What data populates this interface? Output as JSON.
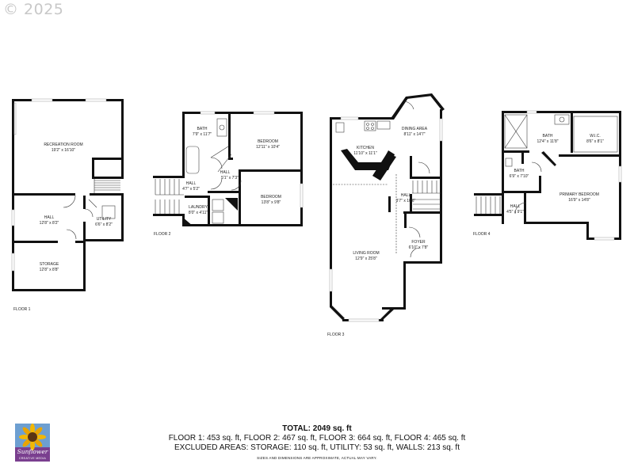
{
  "copyright": "© 2025",
  "floors": [
    {
      "label": "FLOOR 1",
      "rooms": [
        {
          "name": "RECREATION ROOM",
          "dims": "19'2\" x 16'10\""
        },
        {
          "name": "HALL",
          "dims": "12'8\" x 8'2\""
        },
        {
          "name": "UTILITY",
          "dims": "6'6\" x 8'2\""
        },
        {
          "name": "STORAGE",
          "dims": "12'8\" x 8'8\""
        }
      ]
    },
    {
      "label": "FLOOR 2",
      "rooms": [
        {
          "name": "BATH",
          "dims": "7'9\" x 11'7\""
        },
        {
          "name": "BEDROOM",
          "dims": "12'11\" x 10'4\""
        },
        {
          "name": "HALL",
          "dims": "5'1\" x 7'3\""
        },
        {
          "name": "HALL",
          "dims": "4'7\" x 5'2\""
        },
        {
          "name": "LAUNDRY",
          "dims": "8'0\" x 4'11\""
        },
        {
          "name": "BEDROOM",
          "dims": "13'8\" x 9'8\""
        }
      ]
    },
    {
      "label": "FLOOR 3",
      "rooms": [
        {
          "name": "DINING AREA",
          "dims": "8'11\" x 14'7\""
        },
        {
          "name": "KITCHEN",
          "dims": "11'10\" x 11'1\""
        },
        {
          "name": "HALL",
          "dims": "3'7\" x 10'6\""
        },
        {
          "name": "FOYER",
          "dims": "6'10\" x 7'8\""
        },
        {
          "name": "LIVING ROOM",
          "dims": "12'9\" x 25'8\""
        }
      ]
    },
    {
      "label": "FLOOR 4",
      "rooms": [
        {
          "name": "BATH",
          "dims": "12'4\" x 11'8\""
        },
        {
          "name": "W.I.C.",
          "dims": "8'6\" x 8'1\""
        },
        {
          "name": "BATH",
          "dims": "6'9\" x 7'10\""
        },
        {
          "name": "PRIMARY BEDROOM",
          "dims": "16'9\" x 14'8\""
        },
        {
          "name": "HALL",
          "dims": "4'5\" x 9'1\""
        }
      ]
    }
  ],
  "totals": {
    "total": "TOTAL: 2049 sq. ft",
    "floors": "FLOOR 1: 453 sq. ft, FLOOR 2: 467 sq. ft, FLOOR 3: 664 sq. ft, FLOOR 4: 465 sq. ft",
    "excluded": "EXCLUDED AREAS: STORAGE: 110 sq. ft, UTILITY: 53 sq. ft, WALLS: 213 sq. ft",
    "disclaimer": "SIZES AND DIMENSIONS ARE APPROXIMATE, ACTUAL MAY VARY."
  },
  "logo": {
    "line1": "Sunflower",
    "line2": "CREATIVE MEDIA"
  },
  "colors": {
    "wall": "#111111",
    "logo_bg": "#7a3f8f",
    "sunflower": "#f2b705"
  }
}
